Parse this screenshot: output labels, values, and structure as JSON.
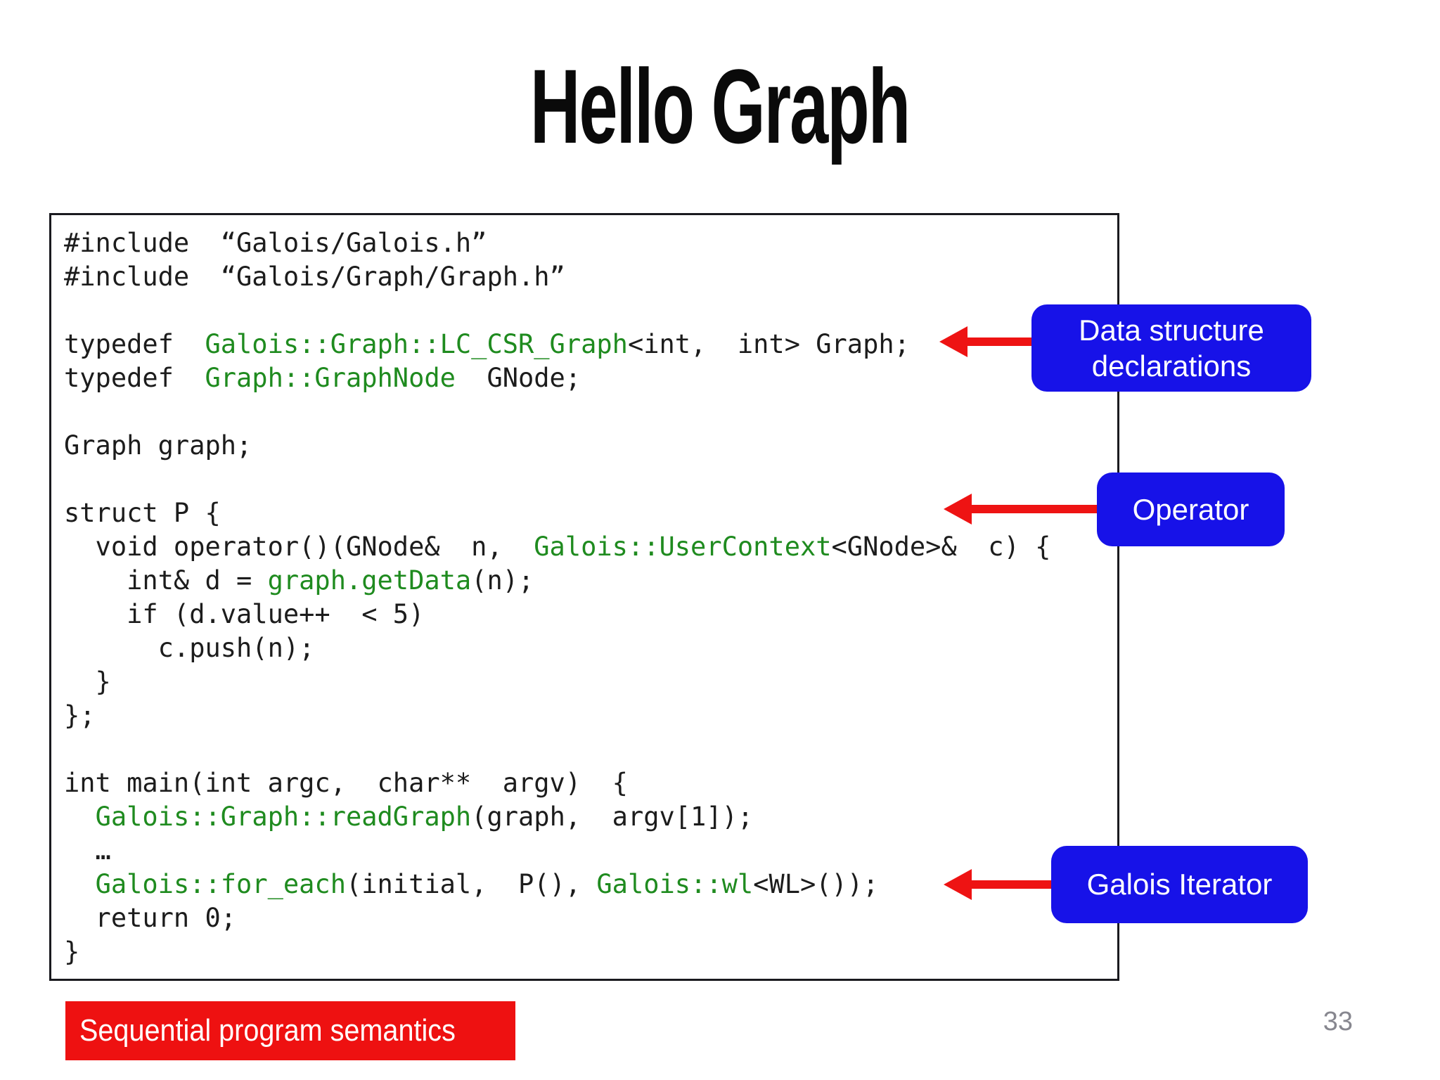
{
  "slide": {
    "title": "Hello Graph",
    "page_number": "33"
  },
  "callouts": [
    {
      "label": "Data structure declarations"
    },
    {
      "label": "Operator"
    },
    {
      "label": "Galois Iterator"
    }
  ],
  "banner": {
    "label": "Sequential program semantics"
  },
  "code_block": {
    "lines": [
      {
        "segments": [
          {
            "t": "#include  “Galois/Galois.h”",
            "c": "plain"
          }
        ]
      },
      {
        "segments": [
          {
            "t": "#include  “Galois/Graph/Graph.h”",
            "c": "plain"
          }
        ]
      },
      {
        "segments": []
      },
      {
        "segments": [
          {
            "t": "typedef  ",
            "c": "plain"
          },
          {
            "t": "Galois::Graph::LC_CSR_Graph",
            "c": "green"
          },
          {
            "t": "<int,  int> Graph;",
            "c": "plain"
          }
        ]
      },
      {
        "segments": [
          {
            "t": "typedef  ",
            "c": "plain"
          },
          {
            "t": "Graph::GraphNode",
            "c": "green"
          },
          {
            "t": "  GNode;",
            "c": "plain"
          }
        ]
      },
      {
        "segments": []
      },
      {
        "segments": [
          {
            "t": "Graph graph;",
            "c": "plain"
          }
        ]
      },
      {
        "segments": []
      },
      {
        "segments": [
          {
            "t": "struct P {",
            "c": "plain"
          }
        ]
      },
      {
        "segments": [
          {
            "t": "  void operator()(GNode&  n,  ",
            "c": "plain"
          },
          {
            "t": "Galois::UserContext",
            "c": "green"
          },
          {
            "t": "<GNode>&  c) {",
            "c": "plain"
          }
        ]
      },
      {
        "segments": [
          {
            "t": "    int& d = ",
            "c": "plain"
          },
          {
            "t": "graph.getData",
            "c": "green"
          },
          {
            "t": "(n);",
            "c": "plain"
          }
        ]
      },
      {
        "segments": [
          {
            "t": "    if (d.value++  < 5)",
            "c": "plain"
          }
        ]
      },
      {
        "segments": [
          {
            "t": "      c.push(n);",
            "c": "plain"
          }
        ]
      },
      {
        "segments": [
          {
            "t": "  }",
            "c": "plain"
          }
        ]
      },
      {
        "segments": [
          {
            "t": "};",
            "c": "plain"
          }
        ]
      },
      {
        "segments": []
      },
      {
        "segments": [
          {
            "t": "int main(int argc,  char**  argv)  {",
            "c": "plain"
          }
        ]
      },
      {
        "segments": [
          {
            "t": "  ",
            "c": "plain"
          },
          {
            "t": "Galois::Graph::readGraph",
            "c": "green"
          },
          {
            "t": "(graph,  argv[1]);",
            "c": "plain"
          }
        ]
      },
      {
        "segments": [
          {
            "t": "  …",
            "c": "plain"
          }
        ]
      },
      {
        "segments": [
          {
            "t": "  ",
            "c": "plain"
          },
          {
            "t": "Galois::for_each",
            "c": "green"
          },
          {
            "t": "(initial,  P(), ",
            "c": "plain"
          },
          {
            "t": "Galois::wl",
            "c": "green"
          },
          {
            "t": "<WL>());",
            "c": "plain"
          }
        ]
      },
      {
        "segments": [
          {
            "t": "  return 0;",
            "c": "plain"
          }
        ]
      },
      {
        "segments": [
          {
            "t": "}",
            "c": "plain"
          }
        ]
      }
    ]
  },
  "colors": {
    "callout-blue": "#1712e8",
    "arrow-red": "#ee1313",
    "banner-red": "#ee1111",
    "code-green": "#1f8b1f",
    "code-text": "#1c1c1c",
    "border-dark": "#1a1a1f",
    "page-gray": "#87878f"
  }
}
